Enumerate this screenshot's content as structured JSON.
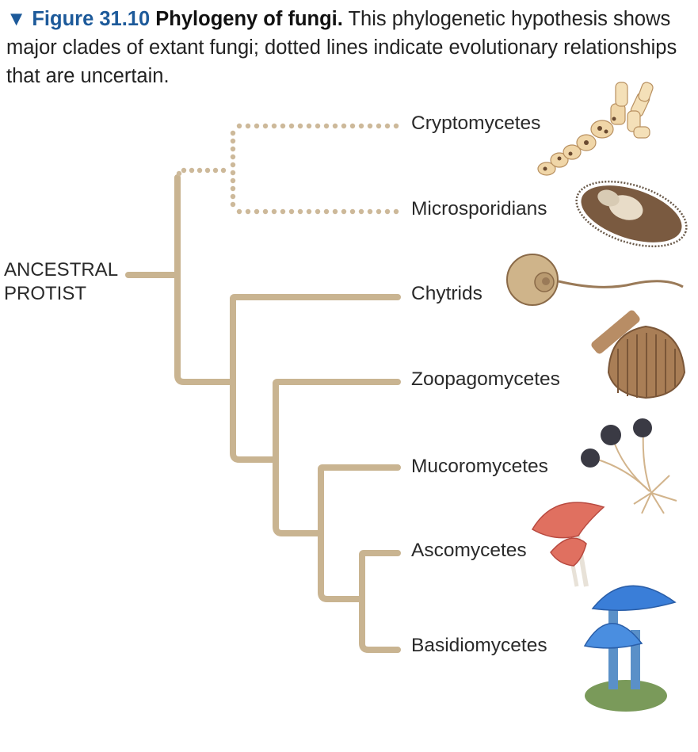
{
  "caption": {
    "marker": "▼",
    "figure_number": "Figure 31.10",
    "title": "Phylogeny of fungi.",
    "text": "This phylogenetic hypothesis shows major clades of extant fungi; dotted lines indicate evolutionary relationships that are uncertain."
  },
  "root": {
    "line1": "ANCESTRAL",
    "line2": "PROTIST"
  },
  "taxa": [
    {
      "name": "Cryptomycetes",
      "icon": "cryptomycete-hyphae-icon"
    },
    {
      "name": "Microsporidians",
      "icon": "microsporidian-spore-icon"
    },
    {
      "name": "Chytrids",
      "icon": "chytrid-zoospore-icon"
    },
    {
      "name": "Zoopagomycetes",
      "icon": "zoopagomycete-sporangium-icon"
    },
    {
      "name": "Mucoromycetes",
      "icon": "mucoromycete-mold-icon"
    },
    {
      "name": "Ascomycetes",
      "icon": "cup-fungi-icon"
    },
    {
      "name": "Basidiomycetes",
      "icon": "blue-mushroom-icon"
    }
  ],
  "colors": {
    "branch": "#c9b491",
    "uncertain": "#cdb99a",
    "caption_accent": "#1d5a9a"
  }
}
